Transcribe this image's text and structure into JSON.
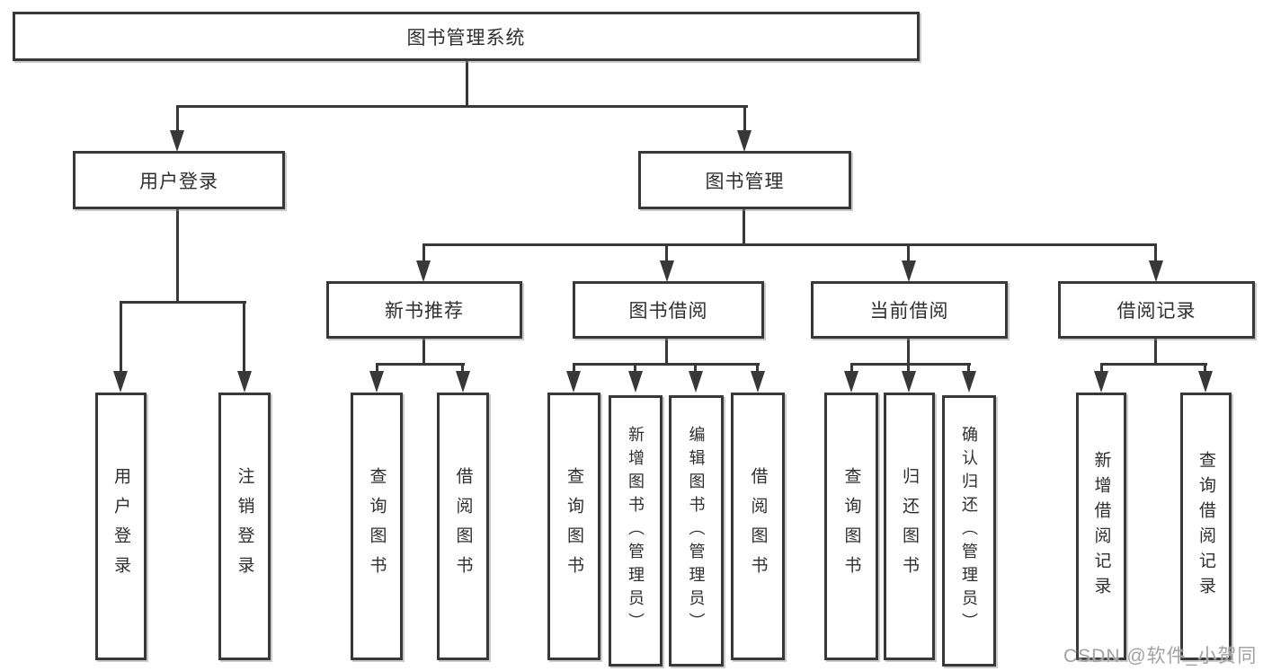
{
  "diagram": {
    "title": "图书管理系统",
    "root": {
      "label": "图书管理系统"
    },
    "branches": [
      {
        "id": "user-login",
        "label": "用户登录",
        "children": [
          "用户登录",
          "注销登录"
        ]
      },
      {
        "id": "book-management",
        "label": "图书管理",
        "groups": [
          {
            "id": "new-book-recommend",
            "label": "新书推荐",
            "children": [
              "查询图书",
              "借阅图书"
            ]
          },
          {
            "id": "book-borrow",
            "label": "图书借阅",
            "children": [
              "查询图书",
              "新增图书（管理员）",
              "编辑图书（管理员）",
              "借阅图书"
            ]
          },
          {
            "id": "current-borrow",
            "label": "当前借阅",
            "children": [
              "查询图书",
              "归还图书",
              "确认归还（管理员）"
            ]
          },
          {
            "id": "borrow-record",
            "label": "借阅记录",
            "children": [
              "新增借阅记录",
              "查询借阅记录"
            ]
          }
        ]
      }
    ]
  },
  "watermark": {
    "text": "CSDN @软件_小贺同学"
  },
  "colors": {
    "line": "#383838",
    "text": "#2f2f2f",
    "background": "#ffffff",
    "watermark": "#a2a2a2"
  }
}
